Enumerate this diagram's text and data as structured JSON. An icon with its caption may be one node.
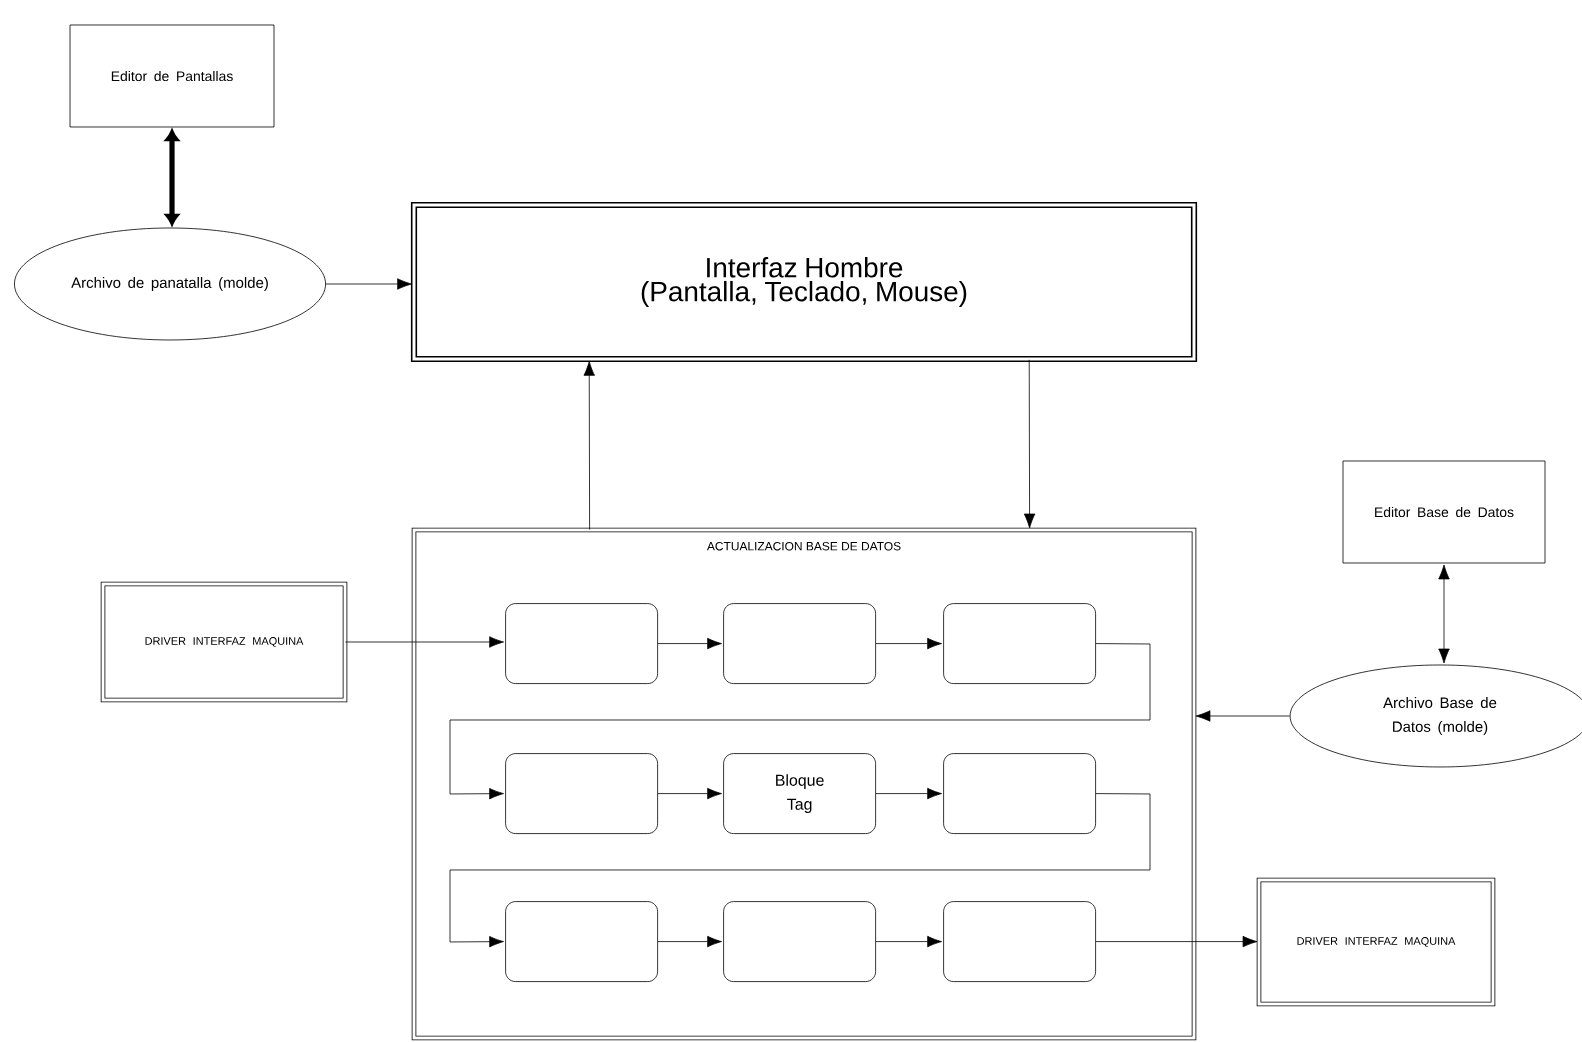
{
  "diagram": {
    "nodes": [
      {
        "text": [
          "Editor de Pantallas"
        ]
      },
      {
        "text": [
          "Archivo de panatalla (molde)"
        ]
      },
      {
        "text": [
          "Interfaz Hombre",
          "(Pantalla, Teclado, Mouse)"
        ]
      },
      {
        "text": [
          "ACTUALIZACION BASE DE DATOS"
        ]
      },
      {
        "text": [
          "Editor Base de Datos"
        ]
      },
      {
        "text": [
          "Archivo Base de Datos (molde)"
        ]
      },
      {
        "text": [
          "DRIVER INTERFAZ MAQUINA"
        ]
      },
      {
        "text": [
          "DRIVER INTERFAZ MAQUINA"
        ]
      },
      {
        "text": [],
        "shape": "box",
        "in": 3
      },
      {
        "text": [],
        "shape": "box",
        "in": 3
      },
      {
        "text": [],
        "shape": "box",
        "in": 3
      },
      {
        "text": [],
        "shape": "box",
        "in": 3
      },
      {
        "text": [
          "Bloque Tag"
        ],
        "in": 3
      },
      {
        "text": [],
        "shape": "box",
        "in": 3
      },
      {
        "text": [],
        "shape": "box",
        "in": 3
      },
      {
        "text": [],
        "shape": "box",
        "in": 3
      },
      {
        "text": [],
        "shape": "box",
        "in": 3
      }
    ],
    "edges": [
      {
        "from": 0,
        "to": 1,
        "arrow": "both",
        "style": "thick"
      },
      {
        "from": 1,
        "to": 2,
        "arrow": "to"
      },
      {
        "from": 3,
        "to": 2,
        "arrow": "to"
      },
      {
        "from": 2,
        "to": 3,
        "arrow": "to"
      },
      {
        "from": 6,
        "to": 8,
        "arrow": "to"
      },
      {
        "from": 8,
        "to": 9,
        "arrow": "to"
      },
      {
        "from": 9,
        "to": 10,
        "arrow": "to"
      },
      {
        "from": 10,
        "to": 11,
        "arrow": "to"
      },
      {
        "from": 11,
        "to": 12,
        "arrow": "to"
      },
      {
        "from": 12,
        "to": 13,
        "arrow": "to"
      },
      {
        "from": 13,
        "to": 14,
        "arrow": "to"
      },
      {
        "from": 14,
        "to": 15,
        "arrow": "to"
      },
      {
        "from": 15,
        "to": 16,
        "arrow": "to"
      },
      {
        "from": 16,
        "to": 7,
        "arrow": "to"
      },
      {
        "from": 4,
        "to": 5,
        "arrow": "both"
      },
      {
        "from": 5,
        "to": 3,
        "arrow": "to"
      }
    ]
  }
}
